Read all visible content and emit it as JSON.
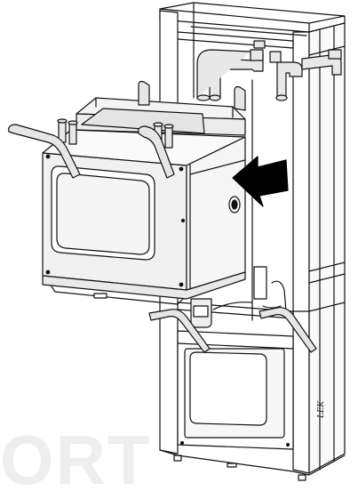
{
  "figure": {
    "watermark_text": "ORT",
    "stamp_text": "LEK",
    "arrow_direction": "left",
    "colors": {
      "stroke": "#111111",
      "panel_fill": "#f1f1f1",
      "cabinet_fill": "#ffffff",
      "pipe_fill": "#e6e6e6",
      "arrow_fill": "#000000",
      "watermark": "#eeeeee"
    }
  }
}
